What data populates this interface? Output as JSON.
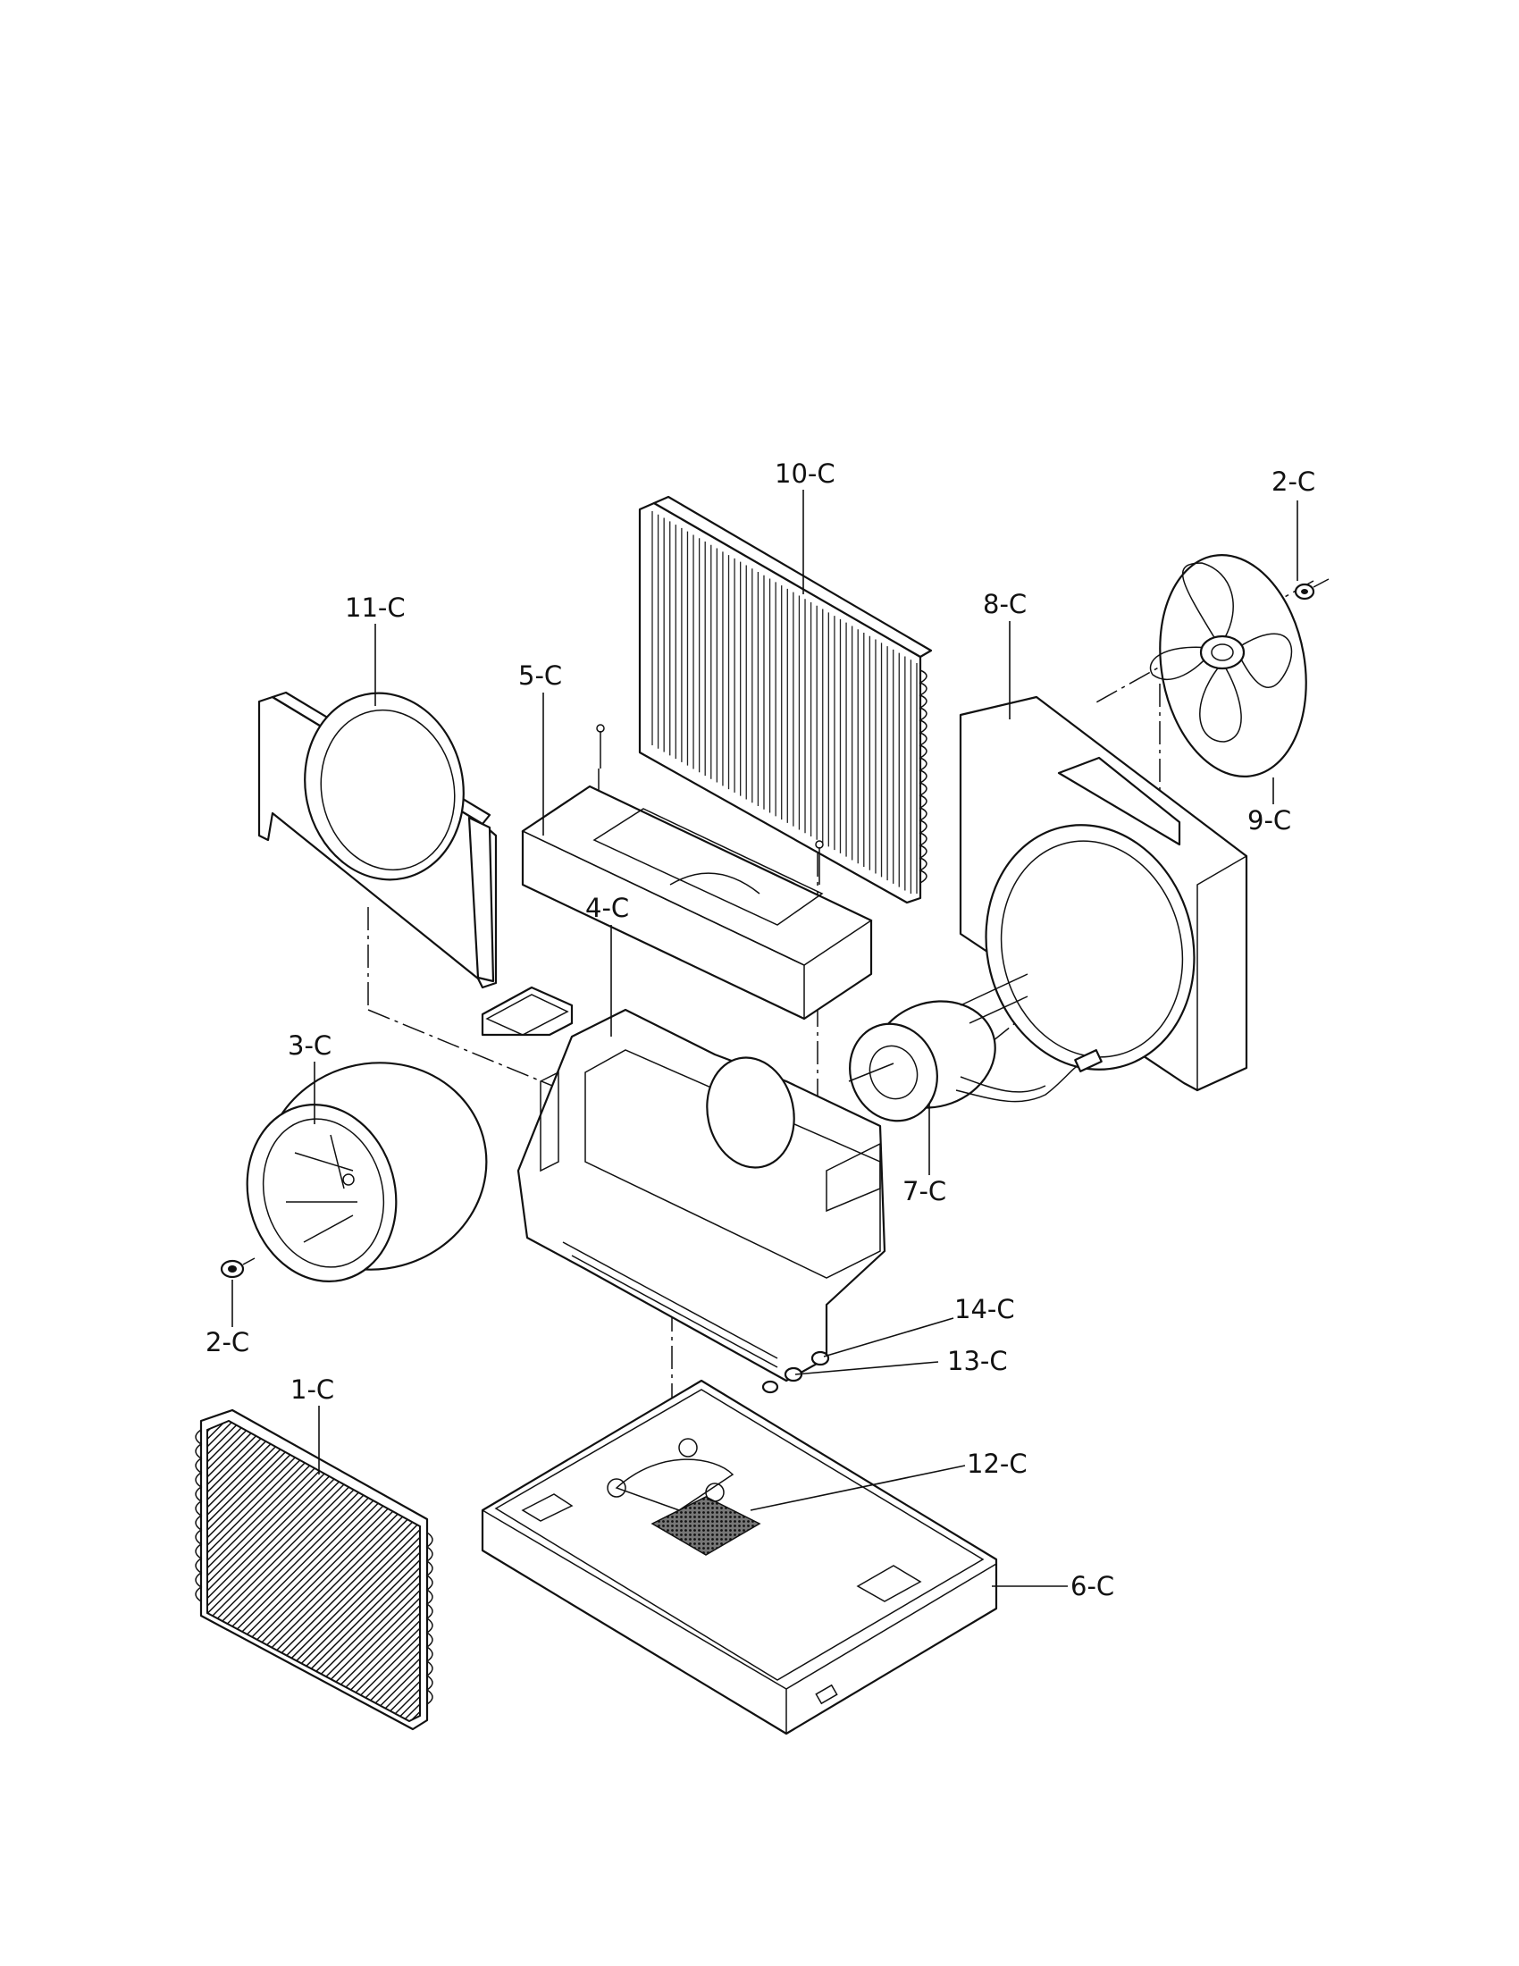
{
  "labels": {
    "p10": "10-C",
    "p2a": "2-C",
    "p11": "11-C",
    "p5": "5-C",
    "p8": "8-C",
    "p9": "9-C",
    "p4": "4-C",
    "p3": "3-C",
    "p7": "7-C",
    "p2b": "2-C",
    "p14": "14-C",
    "p1": "1-C",
    "p13": "13-C",
    "p12": "12-C",
    "p6": "6-C"
  },
  "colors": {
    "line": "#111111",
    "background": "#ffffff",
    "shade": "#555555"
  }
}
